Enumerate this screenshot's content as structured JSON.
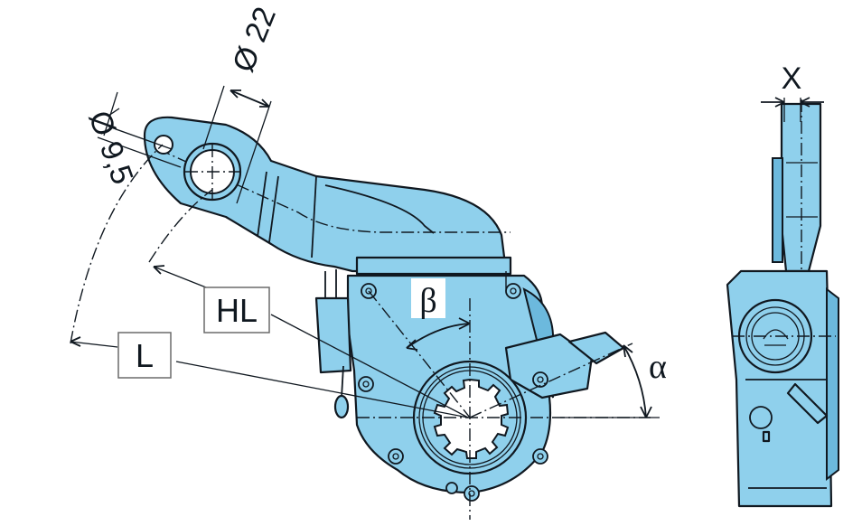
{
  "dimensions": {
    "pin_hole_diameter": "Ø 9,5",
    "bore_diameter": "Ø 22",
    "width": "X"
  },
  "labels": {
    "lever_length_hl": "HL",
    "lever_length_l": "L"
  },
  "angles": {
    "beta": "β",
    "alpha": "α"
  },
  "colors": {
    "part_fill": "#8fd0ec",
    "outline": "#101820"
  }
}
